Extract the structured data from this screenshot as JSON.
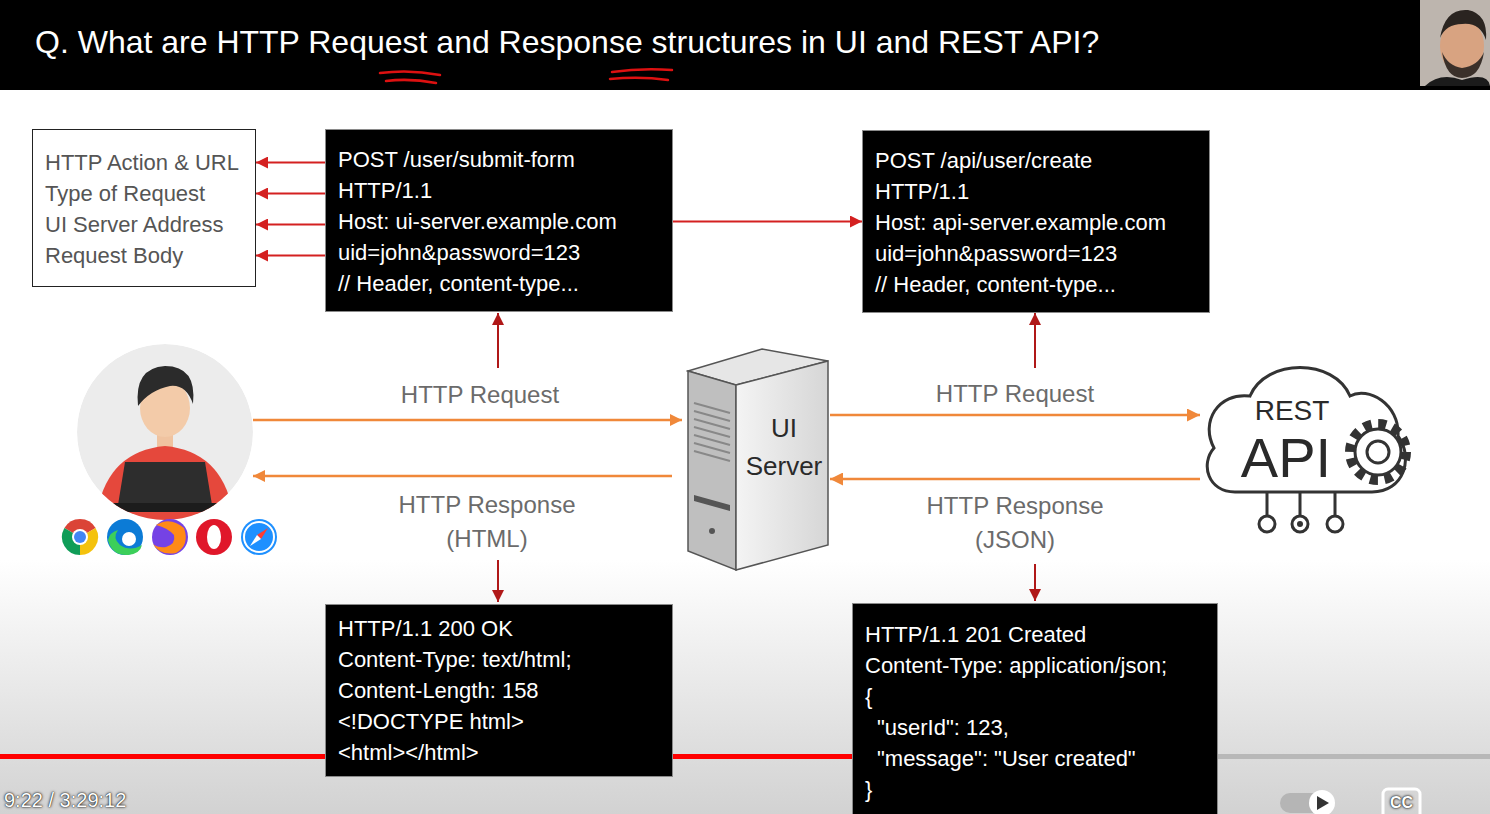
{
  "diagram": {
    "title": "Q. What are HTTP Request and Response structures in UI and REST API?",
    "nodes": [
      {
        "text": [
          "HTTP Action & URL",
          "Type of Request",
          "UI Server Address",
          "Request Body"
        ]
      },
      {
        "text": [
          "POST /user/submit-form",
          "HTTP/1.1",
          "Host: ui-server.example.com",
          "uid=john&password=123",
          "// Header, content-type..."
        ]
      },
      {
        "text": [
          "POST /api/user/create",
          "HTTP/1.1",
          "Host: api-server.example.com",
          "uid=john&password=123",
          "// Header, content-type..."
        ]
      },
      {
        "text": [
          "UI Server"
        ]
      },
      {
        "text": [
          "REST",
          "API"
        ]
      },
      {
        "text": [
          "HTTP/1.1 200 OK",
          "Content-Type: text/html;",
          "Content-Length: 158",
          "<!DOCTYPE html>",
          "<html></html>"
        ]
      },
      {
        "text": [
          "HTTP/1.1 201 Created",
          "Content-Type: application/json;",
          "{",
          "\"userId\": 123,",
          "\"message\": \"User created\"",
          "}"
        ]
      }
    ],
    "edges": [
      {
        "from": 1,
        "to": 0,
        "arrow": "to"
      },
      {
        "from": 1,
        "to": 0,
        "arrow": "to"
      },
      {
        "from": 1,
        "to": 0,
        "arrow": "to"
      },
      {
        "from": 1,
        "to": 0,
        "arrow": "to"
      },
      {
        "from": 1,
        "to": 2,
        "arrow": "to"
      },
      {
        "from": 3,
        "to": 4,
        "arrow": "to",
        "label": "HTTP Request"
      },
      {
        "from": 4,
        "to": 3,
        "arrow": "to",
        "label": "HTTP Response (JSON)"
      }
    ],
    "labels": [
      "HTTP Request",
      "HTTP Response (HTML)",
      "9:22 / 3:29:12",
      "CC"
    ]
  }
}
